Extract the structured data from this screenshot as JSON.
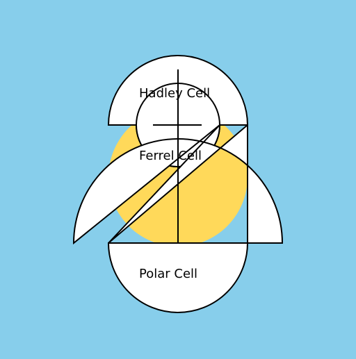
{
  "colors": {
    "background": "#87CEEB",
    "sun": "#FFD95A",
    "cell_fill": "#FFFFFF",
    "stroke": "#000000"
  },
  "labels": {
    "hadley": "Hadley Cell",
    "ferrel": "Ferrel Cell",
    "polar": "Polar Cell"
  }
}
